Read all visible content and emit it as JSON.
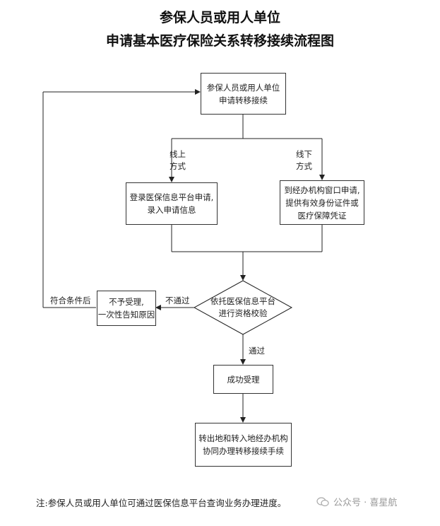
{
  "title": {
    "line1": "参保人员或用人单位",
    "line2": "申请基本医疗保险关系转移接续流程图"
  },
  "nodes": {
    "start": [
      "参保人员或用人单位",
      "申请转移接续"
    ],
    "online_box": [
      "登录医保信息平台申请,",
      "录入申请信息"
    ],
    "offline_box": [
      "到经办机构窗口申请,",
      "提供有效身份证件或",
      "医疗保障凭证"
    ],
    "check": [
      "依托医保信息平台",
      "进行资格校验"
    ],
    "reject": [
      "不予受理,",
      "一次性告知原因"
    ],
    "accept": "成功受理",
    "finish": [
      "转出地和转入地经办机构",
      "协同办理转移接续手续"
    ]
  },
  "edge_labels": {
    "online": [
      "线上",
      "方式"
    ],
    "offline": [
      "线下",
      "方式"
    ],
    "fail": "不通过",
    "pass": "通过",
    "retry": "符合条件后"
  },
  "note": "注:参保人员或用人单位可通过医保信息平台查询业务办理进度。",
  "watermark": "公众号 · 喜星航",
  "icons": {
    "watermark": "wechat-icon"
  }
}
